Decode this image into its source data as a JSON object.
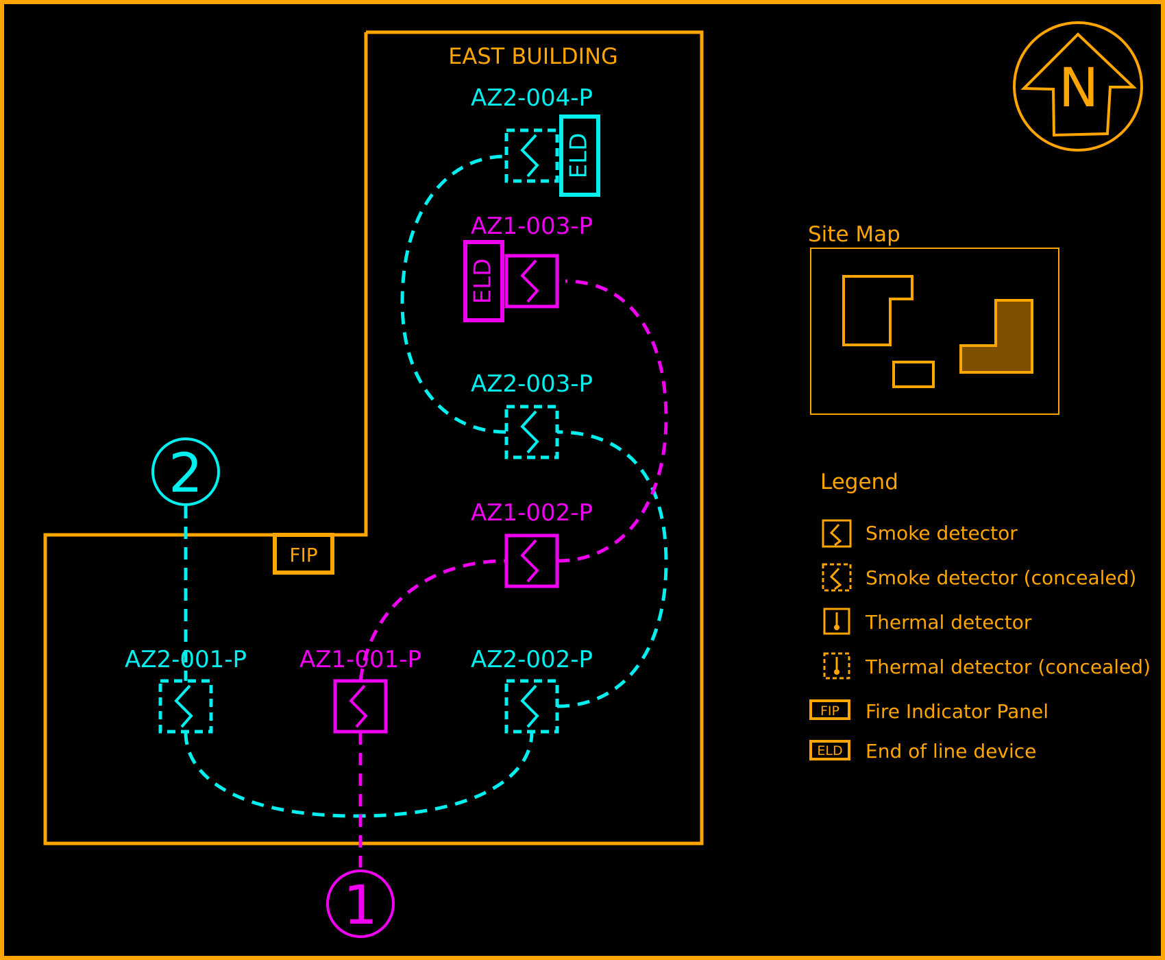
{
  "title": "EAST BUILDING",
  "north_label": "N",
  "fip_label": "FIP",
  "eld_label": "ELD",
  "loops": [
    {
      "number": "1",
      "color": "#F000F0"
    },
    {
      "number": "2",
      "color": "#00F0F0"
    }
  ],
  "devices": [
    {
      "id": "AZ2-004-P",
      "loop": 2,
      "type": "smoke",
      "concealed": true,
      "eld": true
    },
    {
      "id": "AZ1-003-P",
      "loop": 1,
      "type": "smoke",
      "concealed": false,
      "eld": true
    },
    {
      "id": "AZ2-003-P",
      "loop": 2,
      "type": "smoke",
      "concealed": true,
      "eld": false
    },
    {
      "id": "AZ1-002-P",
      "loop": 1,
      "type": "smoke",
      "concealed": false,
      "eld": false
    },
    {
      "id": "AZ2-001-P",
      "loop": 2,
      "type": "smoke",
      "concealed": true,
      "eld": false
    },
    {
      "id": "AZ1-001-P",
      "loop": 1,
      "type": "smoke",
      "concealed": false,
      "eld": false
    },
    {
      "id": "AZ2-002-P",
      "loop": 2,
      "type": "smoke",
      "concealed": true,
      "eld": false
    }
  ],
  "site_map": {
    "title": "Site Map"
  },
  "legend": {
    "title": "Legend",
    "items": [
      {
        "icon": "smoke-detector-icon",
        "label": "Smoke detector"
      },
      {
        "icon": "smoke-detector-concealed-icon",
        "label": "Smoke detector (concealed)"
      },
      {
        "icon": "thermal-detector-icon",
        "label": "Thermal detector"
      },
      {
        "icon": "thermal-detector-concealed-icon",
        "label": "Thermal detector (concealed)"
      },
      {
        "icon": "fip-icon",
        "label": "Fire Indicator Panel",
        "badge": "FIP"
      },
      {
        "icon": "eld-icon",
        "label": "End of line device",
        "badge": "ELD"
      }
    ]
  },
  "colors": {
    "building": "#FFA500",
    "loop1": "#F000F0",
    "loop2": "#00F0F0",
    "site_fill": "#7F5000",
    "background": "#000000"
  }
}
